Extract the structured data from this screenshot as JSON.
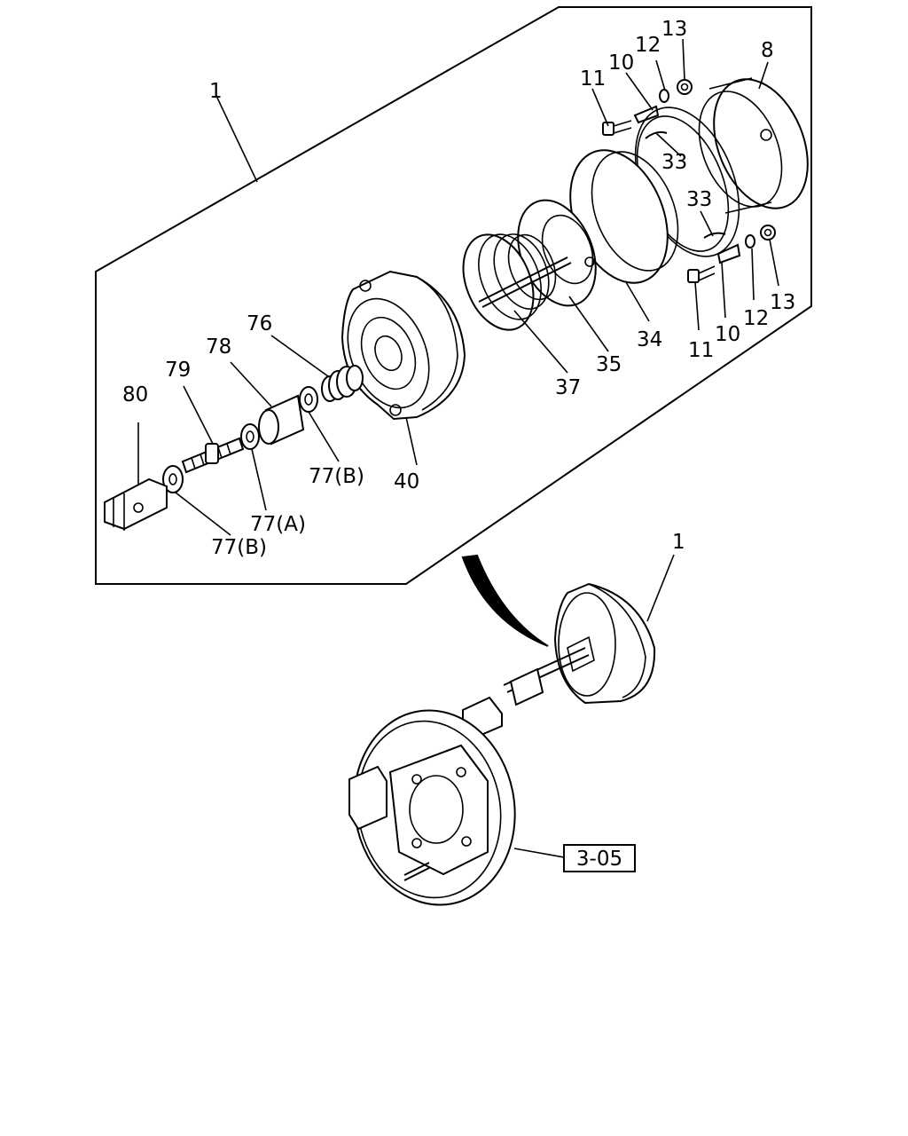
{
  "callouts": {
    "assembly_top": "1",
    "assembly_bottom": "1",
    "p80": "80",
    "p79": "79",
    "p78": "78",
    "p76": "76",
    "p77b_left": "77(B)",
    "p77a": "77(A)",
    "p77b_right": "77(B)",
    "p40": "40",
    "p37": "37",
    "p35": "35",
    "p34": "34",
    "p33_top": "33",
    "p33_bottom": "33",
    "p8": "8",
    "p10_top": "10",
    "p11_top": "11",
    "p12_top": "12",
    "p13_top": "13",
    "p10_bottom": "10",
    "p11_bottom": "11",
    "p12_bottom": "12",
    "p13_bottom": "13"
  },
  "reference_box": {
    "label": "3-05"
  }
}
